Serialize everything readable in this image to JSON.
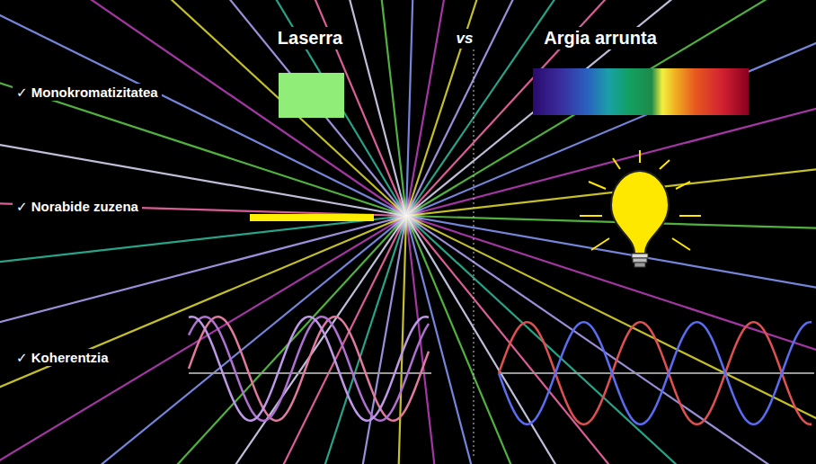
{
  "diagram": {
    "labels": [
      "Laserra",
      "vs",
      "Argia arrunta",
      "✓ Monokromatizitatea",
      "✓ Norabide zuzena",
      "✓ Koherentzia"
    ]
  }
}
